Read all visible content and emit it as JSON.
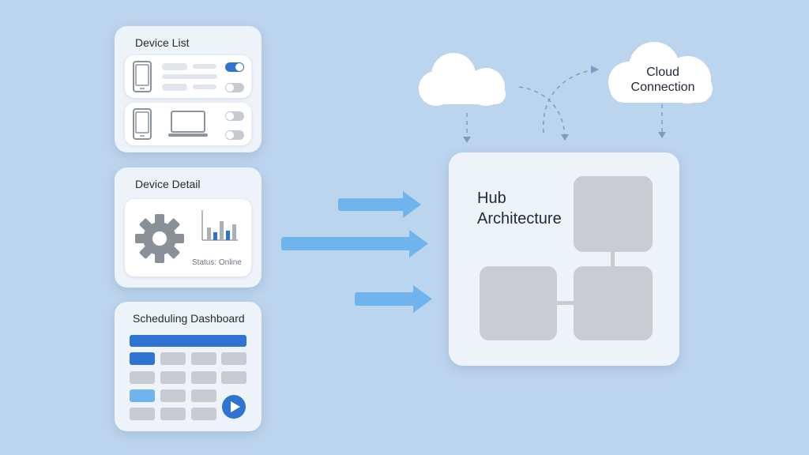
{
  "panels": {
    "device_list": {
      "title": "Device List"
    },
    "device_detail": {
      "title": "Device Detail",
      "status": "Status: Online"
    },
    "scheduling": {
      "title": "Scheduling Dashboard"
    }
  },
  "hub": {
    "title": "Hub Architecture"
  },
  "cloud": {
    "label": "Cloud Connection"
  },
  "icons": {
    "phone": "phone-icon",
    "laptop": "laptop-icon",
    "gear": "gear-icon",
    "bar_chart": "bar-chart-icon",
    "play": "play-icon",
    "cloud": "cloud-icon"
  },
  "colors": {
    "background": "#bcd5ee",
    "card": "#eef3f9",
    "accent_blue": "#2f74d0",
    "arrow_blue": "#6fb4ec",
    "block_gray": "#c9ccd1"
  }
}
